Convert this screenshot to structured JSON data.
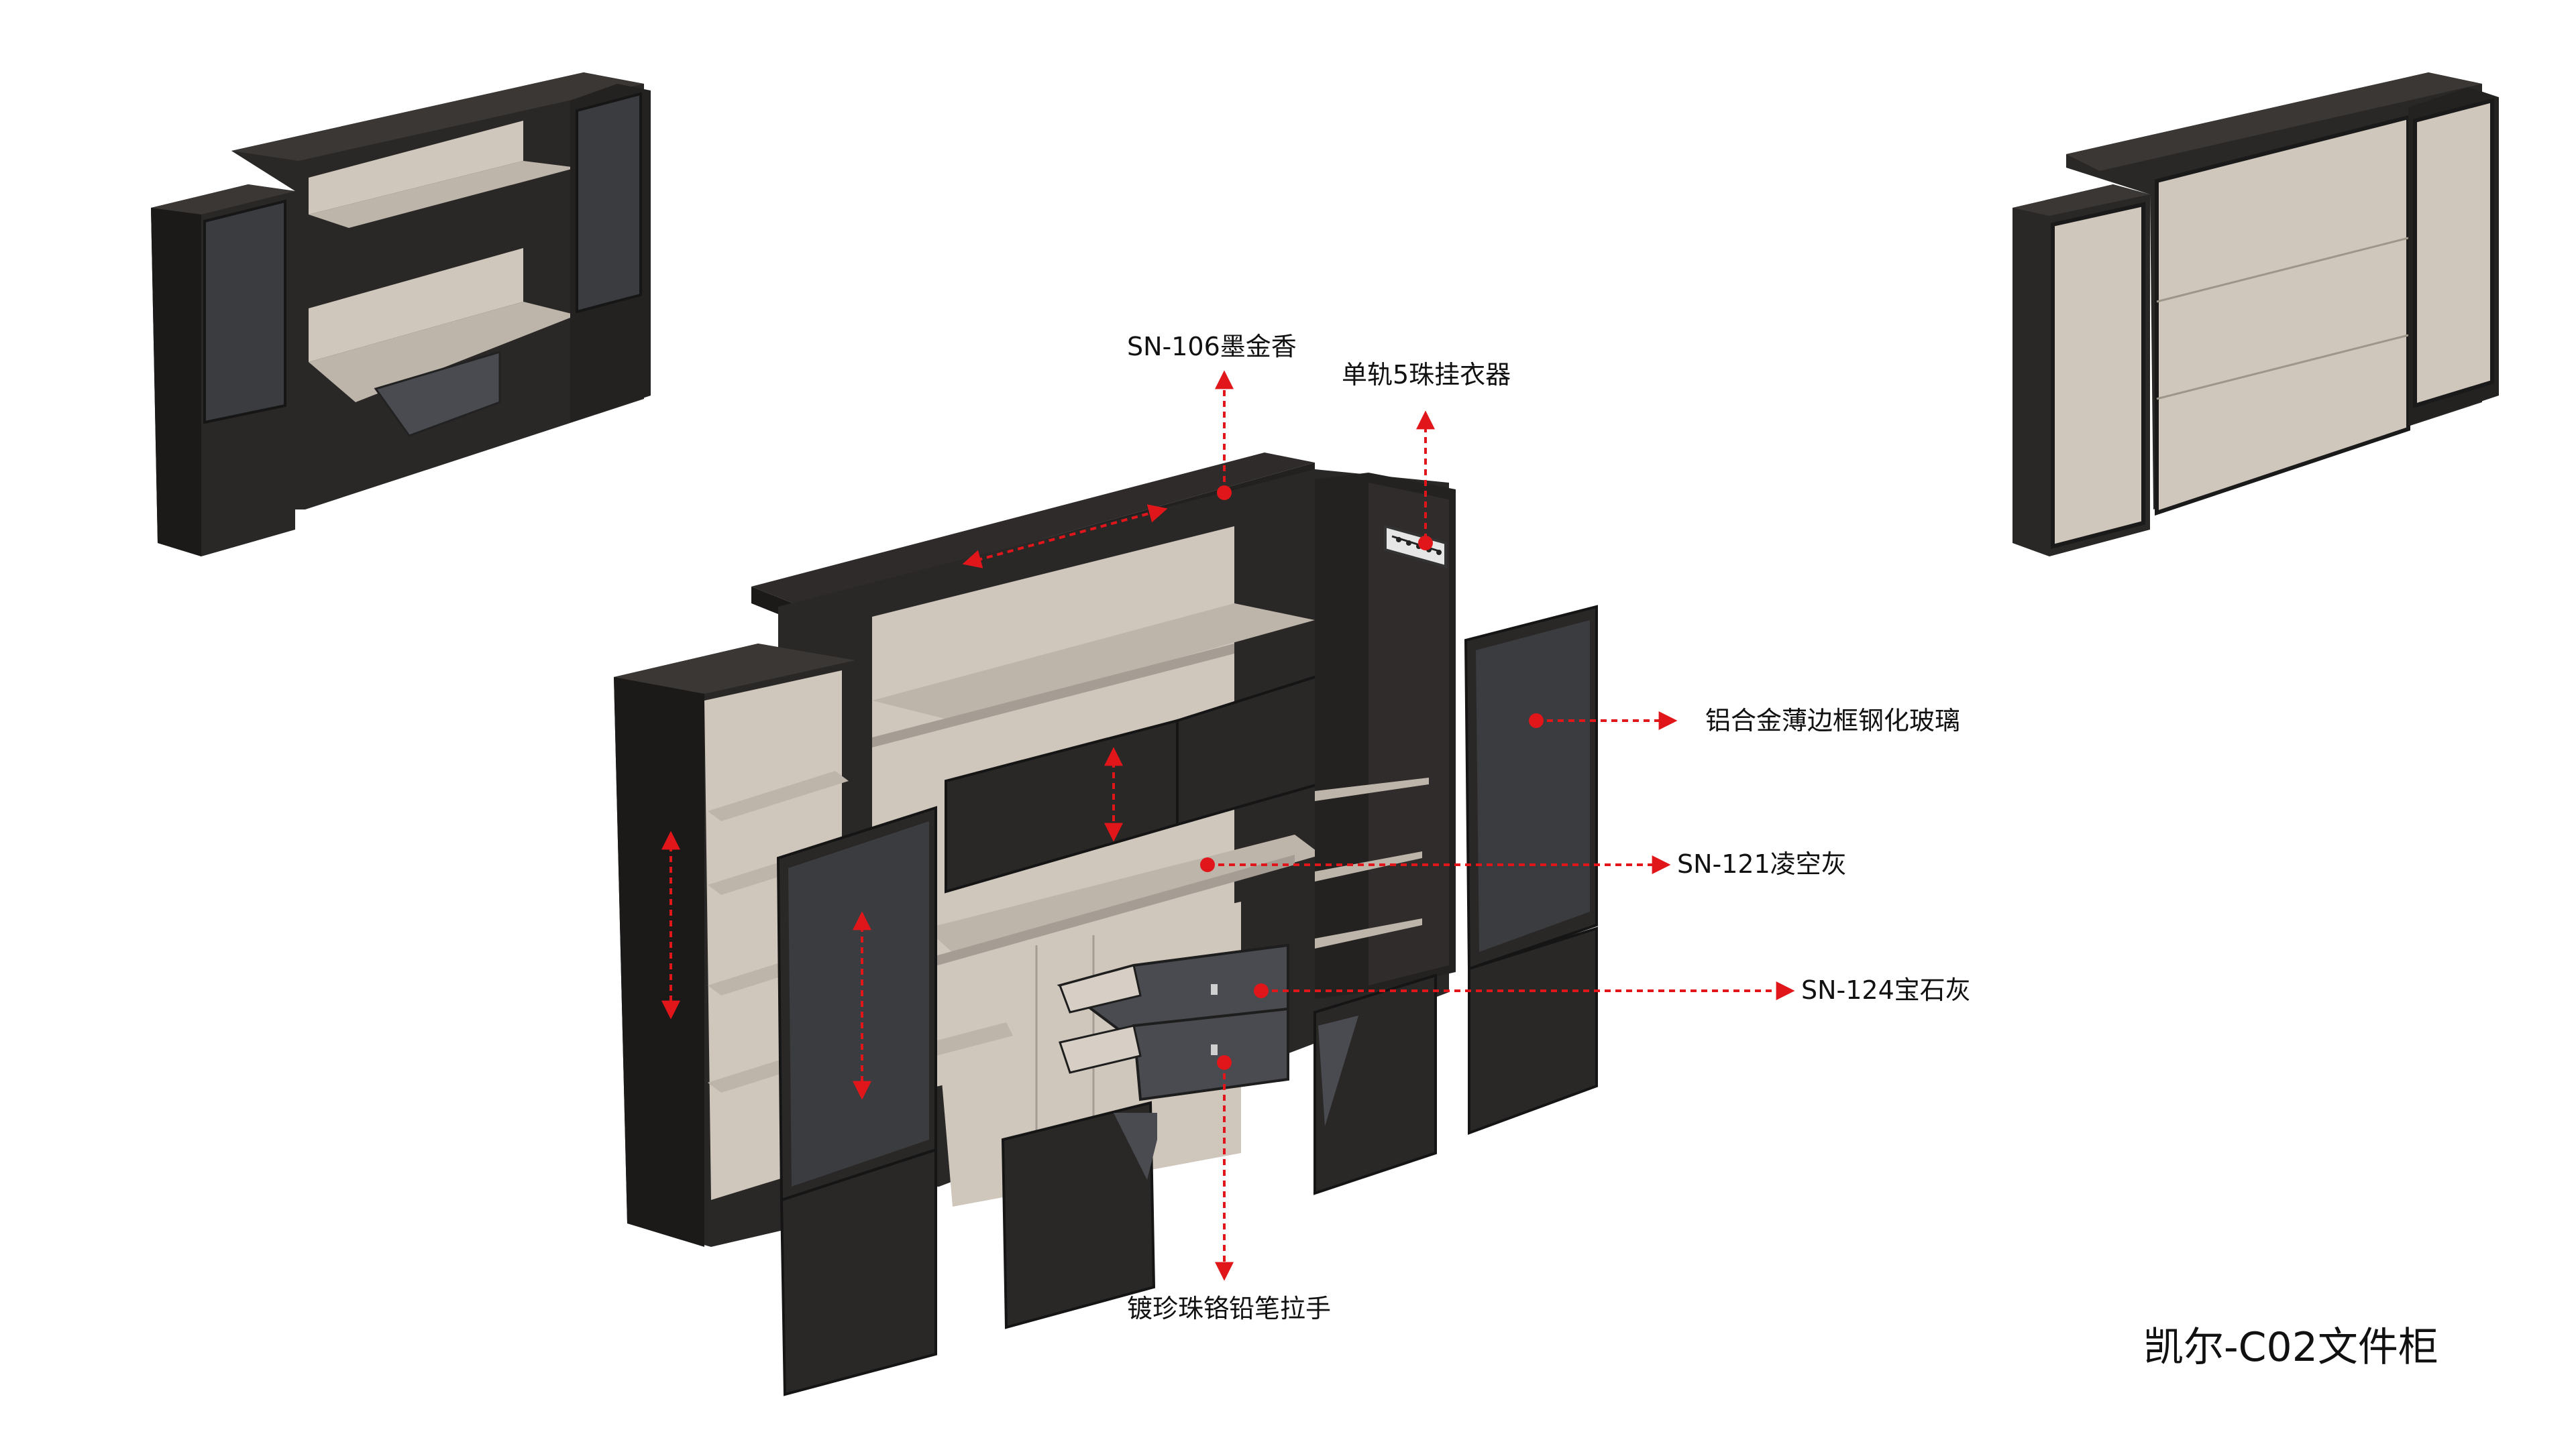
{
  "title": "凯尔-C02文件柜",
  "callouts": {
    "top_finish": "SN-106墨金香",
    "hanger": "单轨5珠挂衣器",
    "glass_door": "铝合金薄边框钢化玻璃",
    "inner_finish": "SN-121凌空灰",
    "drawer_finish": "SN-124宝石灰",
    "handle": "镀珍珠铬铅笔拉手"
  },
  "colors": {
    "dark_wood": "#2a2827",
    "dark_wood_side": "#1c1a19",
    "inner_panel": "#cfc6bc",
    "shelf": "#bdb4aa",
    "glass": "#3b3c40",
    "drawer": "#4a4b50",
    "annotation_red": "#e0161a"
  }
}
